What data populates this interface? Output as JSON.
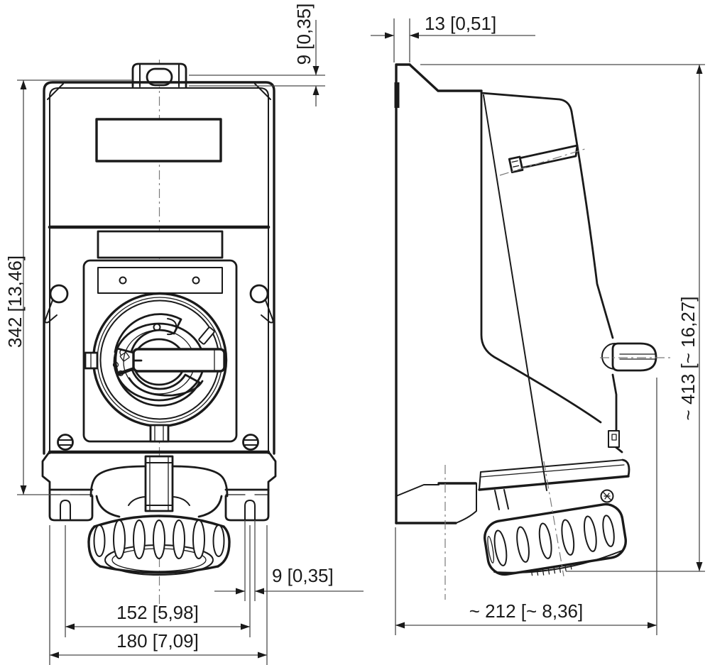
{
  "drawing": {
    "colors": {
      "background": "#ffffff",
      "object_line": "#1a1a1a",
      "dimension_line": "#4a4a4a"
    },
    "front_view": {
      "dim_mounting_height": "342 [13,46]",
      "dim_tab_slot": "9 [0,35]",
      "dim_foot_slot": "9 [0,35]",
      "dim_fixing_centres": "152 [5,98]",
      "dim_overall_width": "180 [7,09]"
    },
    "side_view": {
      "dim_plate_thickness": "13 [0,51]",
      "dim_overall_height": "~ 413 [~ 16,27]",
      "dim_overall_depth": "~ 212 [~ 8,36]"
    }
  }
}
